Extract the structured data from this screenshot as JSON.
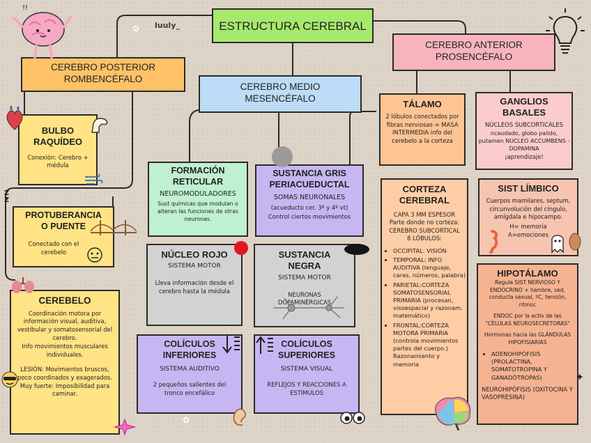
{
  "colors": {
    "background": "#ddd3c6",
    "title": "#a6e96d",
    "posterior": "#ffc266",
    "medio": "#bcdcf7",
    "anterior": "#f8b4bc",
    "bulbo": "#ffe384",
    "formacion": "#bff0cf",
    "sustancia_gris": "#c6b7f2",
    "nucleo_rojo": "#d2d2d2",
    "talamo": "#ffc494",
    "ganglios": "#fbcccc",
    "corteza": "#ffcda5",
    "limbico": "#f7c4b0",
    "hipotalamo": "#f6b391",
    "coliculos": "#c6b7f2"
  },
  "author": "luuly_",
  "title": "ESTRUCTURA CEREBRAL",
  "posterior": {
    "line1": "CEREBRO POSTERIOR",
    "line2": "ROMBENCÉFALO"
  },
  "medio": {
    "line1": "CEREBRO MEDIO",
    "line2": "MESENCÉFALO"
  },
  "anterior": {
    "line1": "CEREBRO ANTERIOR",
    "line2": "PROSENCÉFALO"
  },
  "bulbo": {
    "title1": "BULBO",
    "title2": "RAQUÍDEO",
    "text": "Conexión: Cerebro + médula"
  },
  "protuberancia": {
    "title1": "PROTUBERANCIA",
    "title2": "O PUENTE",
    "text": "Conectado con el cerebelo"
  },
  "cerebelo": {
    "title": "CEREBELO",
    "text": "Coordinación motora por información visual, auditiva, vestibular y somatosensorial del cerebro.",
    "text2": "Info movimientos musculares individuales.",
    "lesion": "LESIÓN: Movimientos bruscos, poco coordinados y exagerados. Muy fuerte: Imposibilidad para caminar."
  },
  "formacion": {
    "title1": "FORMACIÓN",
    "title2": "RETICULAR",
    "sub": "NEUROMODULADORES",
    "text": "Sust químicas que modulan o alteran las funciones de otras neuronas."
  },
  "sustancia_gris": {
    "title1": "SUSTANCIA GRIS",
    "title2": "PERIACUEDUCTAL",
    "sub": "SOMAS NEURONALES",
    "text": "(acueducto cer. 3º y 4º vt)",
    "text2": "Control ciertos movimientos"
  },
  "nucleo_rojo": {
    "title": "NÚCLEO ROJO",
    "sub": "SISTEMA MOTOR",
    "text": "Lleva información desde el cerebro hasta la médula"
  },
  "sustancia_negra": {
    "title1": "SUSTANCIA",
    "title2": "NEGRA",
    "sub": "SISTEMA MOTOR",
    "text": "NEURONAS DOPAMINÉRGICAS"
  },
  "coliculos_inf": {
    "title1": "COLÍCULOS",
    "title2": "INFERIORES",
    "sub": "SISTEMA AUDITIVO",
    "text": "2 pequeños salientes del tronco encefálico"
  },
  "coliculos_sup": {
    "title1": "COLÍCULOS",
    "title2": "SUPERIORES",
    "sub": "SISTEMA VISUAL",
    "text": "REFLEJOS Y REACCIONES A ESTÍMULOS"
  },
  "talamo": {
    "title": "TÁLAMO",
    "text": "2 lóbulos conectados por fibras nerviosas = MASA INTERMEDIA info del cerebelo a la corteza"
  },
  "ganglios": {
    "title1": "GANGLIOS",
    "title2": "BASALES",
    "sub": "NÚCLEOS SUBCORTICALES",
    "text": "ncaudado, globo palido, putamen NUCLEO ACCUMBENS - DOPAMINA",
    "text2": "¡aprendizaje!"
  },
  "corteza": {
    "title1": "CORTEZA",
    "title2": "CEREBRAL",
    "text": "CAPA 3 MM ESPESOR",
    "text2": "Parte donde no corteza: CEREBRO SUBCORTICAL",
    "text3": "8 LÓBULOS:",
    "lobulos": [
      "OCCIPITAL: VISIÓN",
      "TEMPORAL: INFO AUDITIVA (lenguaje, caras, números, palabra)",
      "PARIETAL:CORTEZA SOMATOSENSORIAL PRIMARIA (procesan, visoespacial y razonam. matemático)",
      "FRONTAL:CORTEZA MOTORA PRIMARIA (controla movimientos partes del cuerpo.) Razonamiento y memoria"
    ]
  },
  "limbico": {
    "title": "SIST LÍMBICO",
    "text": "Cuerpos mamilares, septum, circunvolución del cíngulo, amígdala e hipocampo.",
    "h": "H= memoria",
    "a": "A=emociones"
  },
  "hipotalamo": {
    "title": "HIPOTÁLAMO",
    "text": "Regula SIST NERVIOSO Y ENDOCRINO + hambre, sed, conducta sexual, ºC, tensión, ritmoc",
    "text2": "ENDOC por la activ de las \"CÉLULAS NEUROSECRETORAS\"",
    "text3": "Hormonas hacia las GLÁNDULAS HIPOFISIARIAS",
    "bullet": "ADENOHIPÓFISIS (PROLACTINA, SOMATOTROPINA Y GANADÓTROPAS)",
    "text4": "NEUROHIPÓFISIS (OXITOCINA Y VASOPRESINA)"
  },
  "icons": [
    "brain-character-icon",
    "lightbulb-icon",
    "heart-icon",
    "flexed-arm-icon",
    "wind-icon",
    "bridge-icon",
    "neutral-face-icon",
    "lungs-icon",
    "cool-face-icon",
    "neuron-icon",
    "ear-icon",
    "eyes-icon",
    "seahorse-icon",
    "ghost-icon",
    "almond-icon",
    "brain-colorful-icon",
    "red-dot-icon",
    "grey-dot-icon",
    "sparkle-icon"
  ]
}
